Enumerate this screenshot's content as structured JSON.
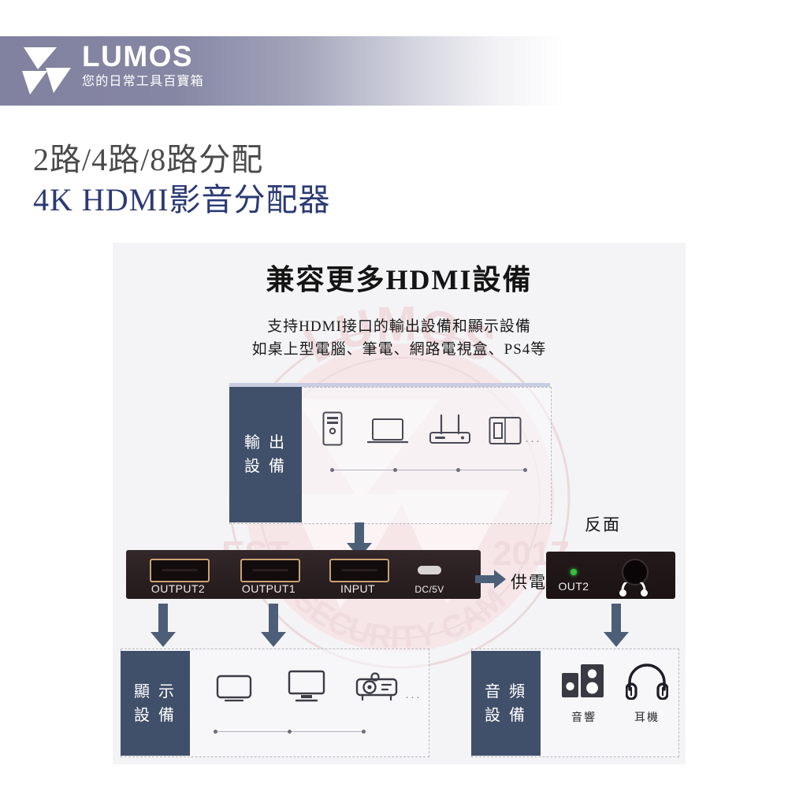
{
  "brand": {
    "name": "LUMOS",
    "tagline": "您的日常工具百寶箱",
    "logo_icon": "triangles-logo-icon"
  },
  "product_title": {
    "line1": "2路/4路/8路分配",
    "line2": "4K HDMI影音分配器",
    "line1_color": "#4a4a4a",
    "line2_color": "#2b3a74"
  },
  "infographic": {
    "heading": "兼容更多HDMI設備",
    "subheading_line1": "支持HDMI接口的輸出設備和顯示設備",
    "subheading_line2": "如桌上型電腦、筆電、網路電視盒、PS4等",
    "accent_color": "#41506a",
    "panel_bg": "#f4f4f6",
    "watermark": {
      "center_text": "LUMOS",
      "left_text": "EST",
      "right_text": "2017",
      "arc_text": "SECURITY CAM",
      "color": "#e8d3d6"
    },
    "groups": [
      {
        "id": "source-devices",
        "label": "輸出設備",
        "label_chars": [
          "輸 出",
          "設 備"
        ],
        "devices": [
          {
            "name": "desktop-tower-icon",
            "caption": ""
          },
          {
            "name": "laptop-icon",
            "caption": ""
          },
          {
            "name": "router-icon",
            "caption": ""
          },
          {
            "name": "notebook-icon",
            "caption": ""
          }
        ],
        "more_indicator": "···"
      },
      {
        "id": "display-devices",
        "label": "顯示設備",
        "label_chars": [
          "顯 示",
          "設 備"
        ],
        "devices": [
          {
            "name": "tv-icon",
            "caption": ""
          },
          {
            "name": "monitor-icon",
            "caption": ""
          },
          {
            "name": "projector-icon",
            "caption": ""
          }
        ],
        "more_indicator": "···"
      },
      {
        "id": "audio-devices",
        "label": "音頻設備",
        "label_chars": [
          "音 頻",
          "設 備"
        ],
        "devices": [
          {
            "name": "speakers-icon",
            "caption": "音響"
          },
          {
            "name": "headphones-icon",
            "caption": "耳機"
          }
        ],
        "more_indicator": ""
      }
    ],
    "device_front": {
      "ports": [
        {
          "label": "OUTPUT2",
          "type": "hdmi"
        },
        {
          "label": "OUTPUT1",
          "type": "hdmi"
        },
        {
          "label": "INPUT",
          "type": "hdmi"
        },
        {
          "label": "DC/5V",
          "type": "micro-usb"
        }
      ],
      "port_outline_color": "#c9a273",
      "body_color": "#2b2022"
    },
    "device_rear": {
      "caption": "反面",
      "led_label": "OUT2",
      "led_color": "#31c23a",
      "jack_icon": "headphone-jack-icon"
    },
    "callouts": [
      {
        "text": "供電",
        "icon": "right-arrow-icon"
      },
      {
        "text": "反面",
        "icon": ""
      }
    ]
  }
}
